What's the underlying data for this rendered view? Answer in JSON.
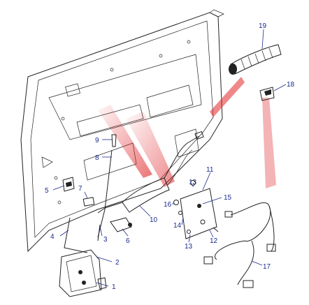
{
  "diagram": {
    "labels": [
      {
        "id": "1",
        "text": "1"
      },
      {
        "id": "2",
        "text": "2"
      },
      {
        "id": "3",
        "text": "3"
      },
      {
        "id": "4",
        "text": "4"
      },
      {
        "id": "5",
        "text": "5"
      },
      {
        "id": "6",
        "text": "6"
      },
      {
        "id": "7",
        "text": "7"
      },
      {
        "id": "8",
        "text": "8"
      },
      {
        "id": "9",
        "text": "9"
      },
      {
        "id": "10",
        "text": "10"
      },
      {
        "id": "11",
        "text": "11"
      },
      {
        "id": "12",
        "text": "12"
      },
      {
        "id": "13a",
        "text": "13"
      },
      {
        "id": "13b",
        "text": "13"
      },
      {
        "id": "14",
        "text": "14"
      },
      {
        "id": "15",
        "text": "15"
      },
      {
        "id": "16",
        "text": "16"
      },
      {
        "id": "17",
        "text": "17"
      },
      {
        "id": "18",
        "text": "18"
      },
      {
        "id": "19",
        "text": "19"
      }
    ],
    "colors": {
      "callout": "#1a2a8c",
      "ink": "#222222",
      "accent": "#e0262a"
    }
  }
}
